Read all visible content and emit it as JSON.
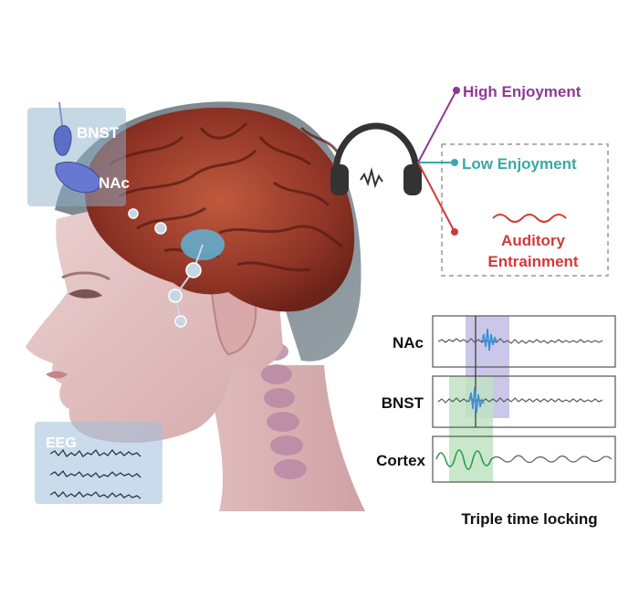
{
  "inset_labels": {
    "bnst": "BNST",
    "nac": "NAc",
    "eeg": "EEG"
  },
  "stimulus": {
    "icon": "headphones-icon",
    "conditions": [
      {
        "label": "High Enjoyment",
        "color": "#8e3a94"
      },
      {
        "label": "Low Enjoyment",
        "color": "#3aa7a9"
      },
      {
        "label_line1": "Auditory",
        "label_line2": "Entrainment",
        "color": "#d23a3a"
      }
    ]
  },
  "traces": {
    "rows": [
      {
        "label": "NAc"
      },
      {
        "label": "BNST"
      },
      {
        "label": "Cortex"
      }
    ],
    "caption": "Triple time locking",
    "window_colors": {
      "purple": "#b9b4e0",
      "green": "#bfe3c2"
    }
  }
}
